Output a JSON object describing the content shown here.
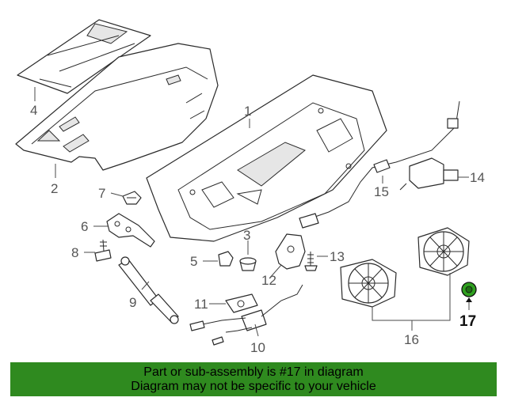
{
  "callouts": {
    "c1": "1",
    "c2": "2",
    "c3": "3",
    "c4": "4",
    "c5": "5",
    "c6": "6",
    "c7": "7",
    "c8": "8",
    "c9": "9",
    "c10": "10",
    "c11": "11",
    "c12": "12",
    "c13": "13",
    "c14": "14",
    "c15": "15",
    "c16": "16",
    "c17": "17"
  },
  "highlighted_part": "17",
  "colors": {
    "banner": "#2f8a1f",
    "highlight": "#2fa01f",
    "line": "#2b2b2b"
  },
  "banner": {
    "line1": "Part or sub-assembly is #17 in diagram",
    "line2": "Diagram may not be specific to your vehicle"
  }
}
